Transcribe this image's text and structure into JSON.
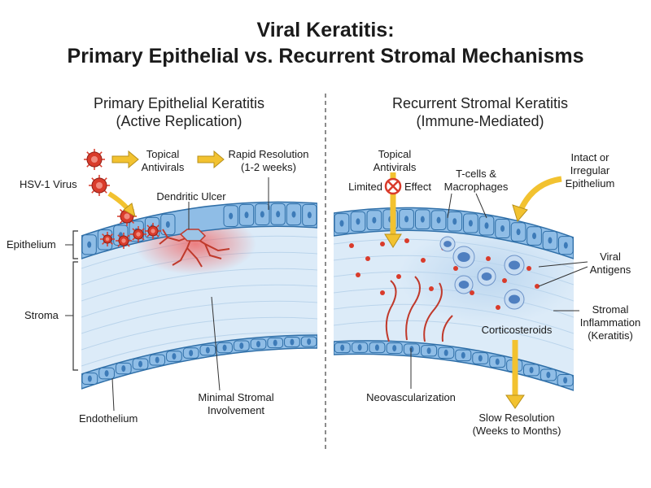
{
  "title": {
    "line1": "Viral Keratitis:",
    "line2": "Primary Epithelial vs. Recurrent Stromal Mechanisms"
  },
  "left_panel": {
    "heading_line1": "Primary Epithelial Keratitis",
    "heading_line2": "(Active Replication)",
    "virus_label": "HSV-1 Virus",
    "topical_line1": "Topical",
    "topical_line2": "Antivirals",
    "rapid_line1": "Rapid Resolution",
    "rapid_line2": "(1-2 weeks)",
    "dendritic_label": "Dendritic Ulcer",
    "epithelium_label": "Epithelium",
    "stroma_label": "Stroma",
    "endothelium_label": "Endothelium",
    "minimal_line1": "Minimal Stromal",
    "minimal_line2": "Involvement"
  },
  "right_panel": {
    "heading_line1": "Recurrent Stromal Keratitis",
    "heading_line2": "(Immune-Mediated)",
    "topical_line1": "Topical",
    "topical_line2": "Antivirals",
    "limited": "Limited",
    "effect": "Effect",
    "tcells_line1": "T-cells &",
    "tcells_line2": "Macrophages",
    "intact_line1": "Intact or",
    "intact_line2": "Irregular",
    "intact_line3": "Epithelium",
    "viral_line1": "Viral",
    "viral_line2": "Antigens",
    "inflam_line1": "Stromal",
    "inflam_line2": "Inflammation",
    "inflam_line3": "(Keratitis)",
    "corticosteroids": "Corticosteroids",
    "neovasc": "Neovascularization",
    "slow_line1": "Slow Resolution",
    "slow_line2": "(Weeks to Months)"
  },
  "colors": {
    "epithelium_fill": "#8fbde6",
    "epithelium_stroke": "#2f6fa8",
    "stroma_fill": "#dcebf8",
    "arrow_yellow": "#f2c230",
    "virus_red": "#d93b2b",
    "ulcer_red": "#e45b5b",
    "vessel_red": "#c0392b",
    "cell_blue": "#4f7fc0"
  }
}
